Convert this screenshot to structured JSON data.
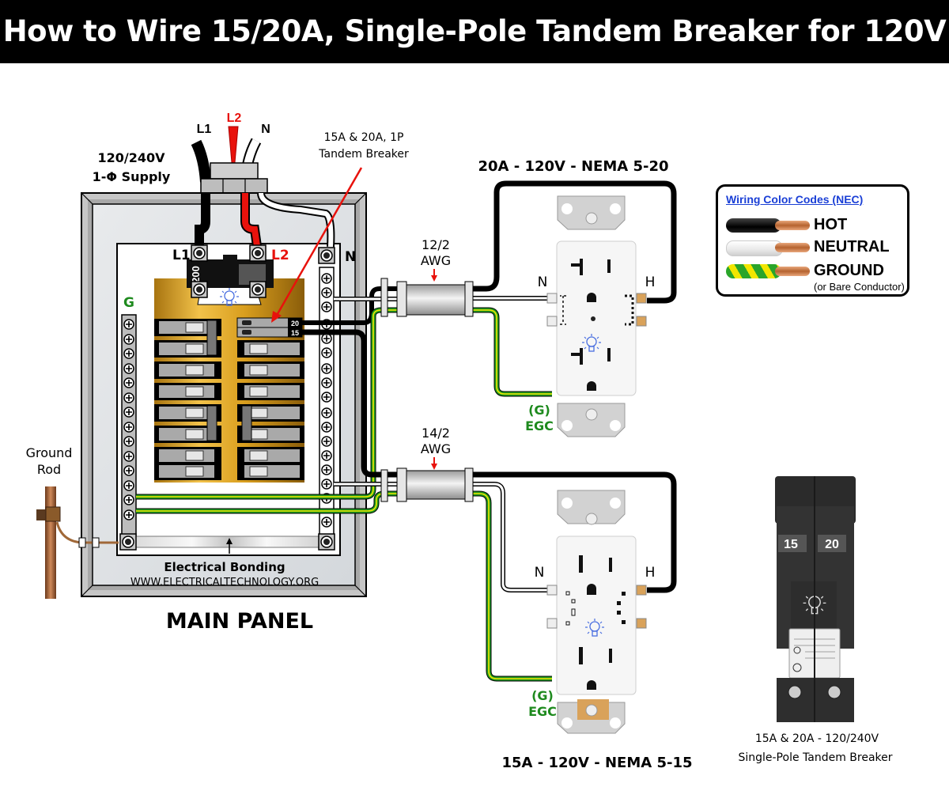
{
  "title": "How to Wire 15/20A, Single-Pole Tandem Breaker for 120V",
  "supply": {
    "label_line1": "120/240V",
    "label_line2": "1-Φ Supply",
    "conductors": [
      "L1",
      "L2",
      "N"
    ]
  },
  "panel": {
    "title": "MAIN PANEL",
    "main_breaker_rating": "200",
    "terminal_l1": "L1",
    "terminal_l2": "L2",
    "neutral_bar_label": "N",
    "ground_bar_label": "G",
    "bonding_label": "Electrical Bonding",
    "website": "WWW.ELECTRICALTECHNOLOGY.ORG",
    "tandem_callout_line1": "15A & 20A, 1P",
    "tandem_callout_line2": "Tandem Breaker",
    "tandem_ratings": [
      "20",
      "15"
    ]
  },
  "ground_rod": {
    "label_line1": "Ground",
    "label_line2": "Rod"
  },
  "circuits": [
    {
      "cable_label_line1": "12/2",
      "cable_label_line2": "AWG",
      "receptacle_title": "20A - 120V - NEMA 5-20",
      "neutral_label": "N",
      "hot_label": "H",
      "ground_label_line1": "(G)",
      "ground_label_line2": "EGC"
    },
    {
      "cable_label_line1": "14/2",
      "cable_label_line2": "AWG",
      "receptacle_title": "15A - 120V - NEMA 5-15",
      "neutral_label": "N",
      "hot_label": "H",
      "ground_label_line1": "(G)",
      "ground_label_line2": "EGC"
    }
  ],
  "legend": {
    "title": "Wiring Color Codes (NEC)",
    "items": [
      {
        "label": "HOT",
        "icon": "black-wire-icon",
        "color": "#111111"
      },
      {
        "label": "NEUTRAL",
        "icon": "white-wire-icon",
        "color": "#f2f2f2"
      },
      {
        "label": "GROUND",
        "icon": "green-yellow-wire-icon",
        "color": "#2aa52a"
      }
    ],
    "ground_note": "(or Bare Conductor)"
  },
  "tandem_breaker_photo": {
    "ratings": [
      "15",
      "20"
    ],
    "caption_line1": "15A & 20A - 120/240V",
    "caption_line2": "Single-Pole Tandem Breaker"
  },
  "colors": {
    "hot": "#000000",
    "l2": "#e8120c",
    "neutral": "#ffffff",
    "ground_green": "#1f9b1f",
    "ground_yellow": "#f2e600",
    "callout_arrow": "#e8120c",
    "legend_title": "#1a3fd6",
    "egc_label": "#1e8a1e",
    "busbar_gold": "#d9a020"
  }
}
